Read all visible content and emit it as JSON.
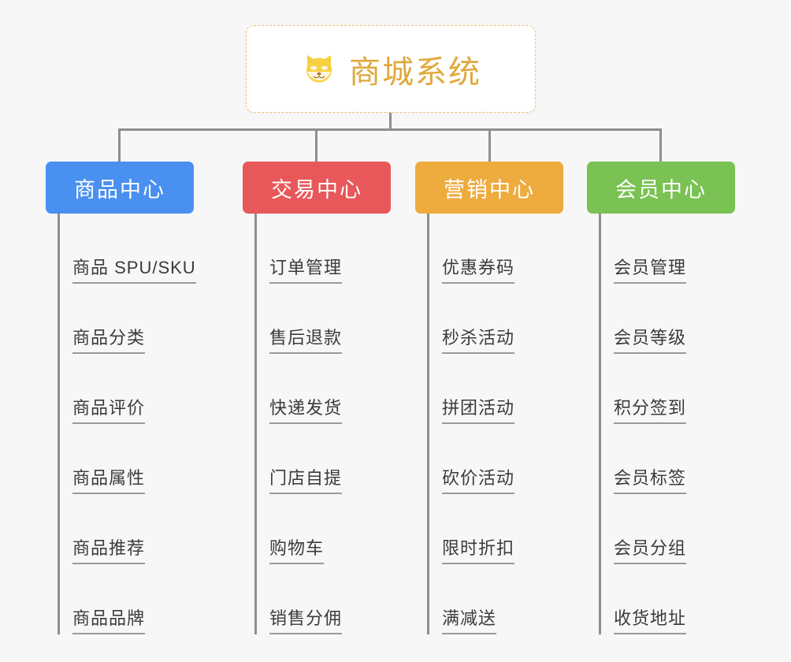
{
  "root": {
    "title": "商城系统",
    "icon": "shiba-dog-face-icon",
    "emoji": "🐕",
    "border_color": "#f0c070",
    "text_color": "#e0a93c"
  },
  "connector": {
    "color": "#8e8e8e"
  },
  "columns": [
    {
      "id": "product-center",
      "title": "商品中心",
      "color": "#4a90f0",
      "items": [
        "商品 SPU/SKU",
        "商品分类",
        "商品评价",
        "商品属性",
        "商品推荐",
        "商品品牌"
      ]
    },
    {
      "id": "trade-center",
      "title": "交易中心",
      "color": "#e8585a",
      "items": [
        "订单管理",
        "售后退款",
        "快递发货",
        "门店自提",
        "购物车",
        "销售分佣"
      ]
    },
    {
      "id": "marketing-center",
      "title": "营销中心",
      "color": "#eeab3e",
      "items": [
        "优惠券码",
        "秒杀活动",
        "拼团活动",
        "砍价活动",
        "限时折扣",
        "满减送"
      ]
    },
    {
      "id": "member-center",
      "title": "会员中心",
      "color": "#79c253",
      "items": [
        "会员管理",
        "会员等级",
        "积分签到",
        "会员标签",
        "会员分组",
        "收货地址"
      ]
    }
  ]
}
